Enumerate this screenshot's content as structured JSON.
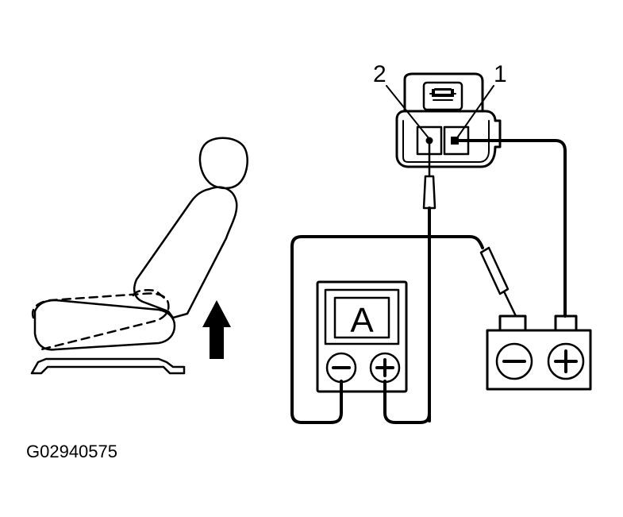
{
  "labels": {
    "terminal_2": "2",
    "terminal_1": "1",
    "ammeter_symbol": "A",
    "figure_code": "G02940575"
  },
  "icons": {
    "seat": "seat-icon",
    "direction": "up-arrow-icon",
    "ammeter": "ammeter-icon",
    "battery": "battery-icon",
    "connector": "switch-connector-icon"
  },
  "colors": {
    "line": "#000000",
    "background": "#ffffff"
  }
}
